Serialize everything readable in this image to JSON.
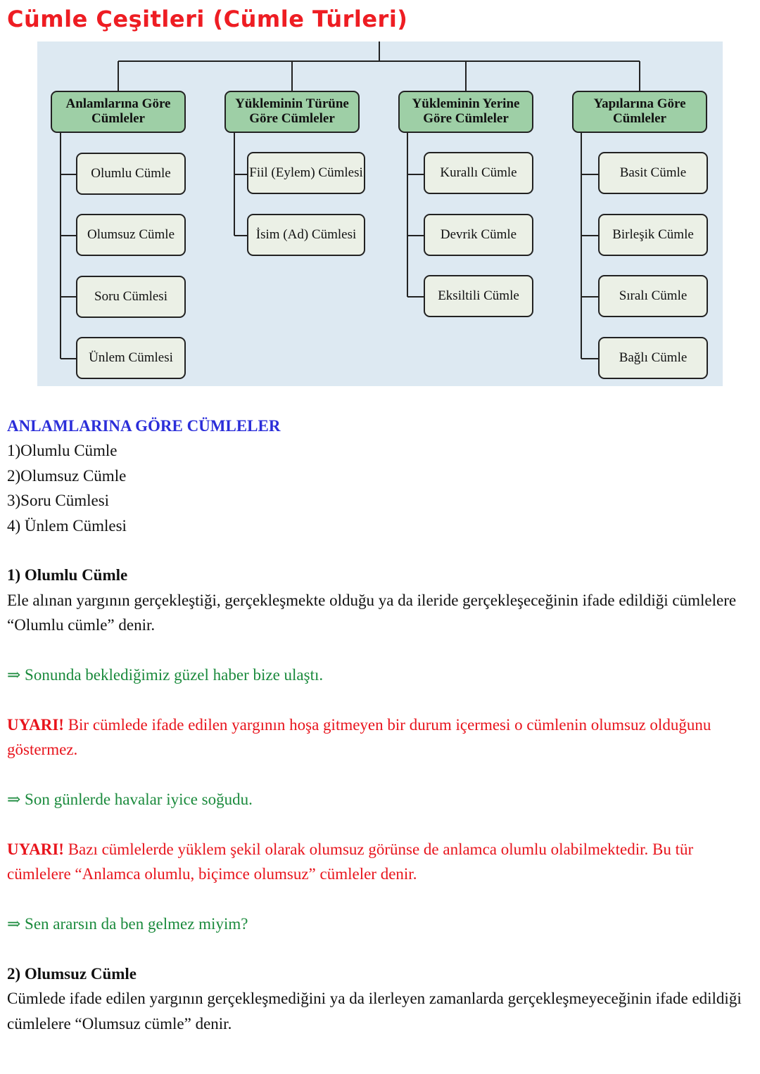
{
  "title": "Cümle Çeşitleri (Cümle Türleri)",
  "diagram": {
    "groups": [
      {
        "title": "Anlamlarına Göre Cümleler",
        "items": [
          "Olumlu Cümle",
          "Olumsuz Cümle",
          "Soru Cümlesi",
          "Ünlem Cümlesi"
        ]
      },
      {
        "title": "Yükleminin Türüne Göre Cümleler",
        "items": [
          "Fiil (Eylem) Cümlesi",
          "İsim (Ad) Cümlesi"
        ]
      },
      {
        "title": "Yükleminin Yerine Göre Cümleler",
        "items": [
          "Kurallı Cümle",
          "Devrik Cümle",
          "Eksiltili Cümle"
        ]
      },
      {
        "title": "Yapılarına Göre Cümleler",
        "items": [
          "Basit Cümle",
          "Birleşik Cümle",
          "Sıralı Cümle",
          "Bağlı Cümle"
        ]
      }
    ]
  },
  "section": {
    "heading": "ANLAMLARINA GÖRE CÜMLELER",
    "list": [
      "1)Olumlu Cümle",
      "2)Olumsuz Cümle",
      "3)Soru Cümlesi",
      "4) Ünlem Cümlesi"
    ]
  },
  "olumlu": {
    "heading": "1) Olumlu Cümle",
    "text": "Ele alınan yargının gerçekleştiği, gerçekleşmekte olduğu ya da ileride gerçekleşeceğinin ifade edildiği cümlelere “Olumlu cümle” denir.",
    "example1": "⇒ Sonunda beklediğimiz güzel haber bize ulaştı.",
    "warning_label": "UYARI!",
    "warning1": " Bir cümlede ifade edilen yargının hoşa gitmeyen bir durum içermesi o cümlenin olumsuz olduğunu göstermez.",
    "example2": "⇒ Son günlerde havalar iyice soğudu.",
    "warning2": " Bazı cümlelerde yüklem şekil olarak olumsuz görünse de anlamca olumlu olabilmektedir. Bu tür cümlelere “Anlamca olumlu, biçimce olumsuz” cümleler denir.",
    "example3": "⇒ Sen ararsın da ben gelmez miyim?"
  },
  "olumsuz": {
    "heading": "2) Olumsuz Cümle",
    "text": "Cümlede ifade edilen yargının gerçekleşmediğini ya da ilerleyen zamanlarda gerçekleşmeyeceğinin ifade edildiği cümlelere “Olumsuz cümle” denir."
  }
}
